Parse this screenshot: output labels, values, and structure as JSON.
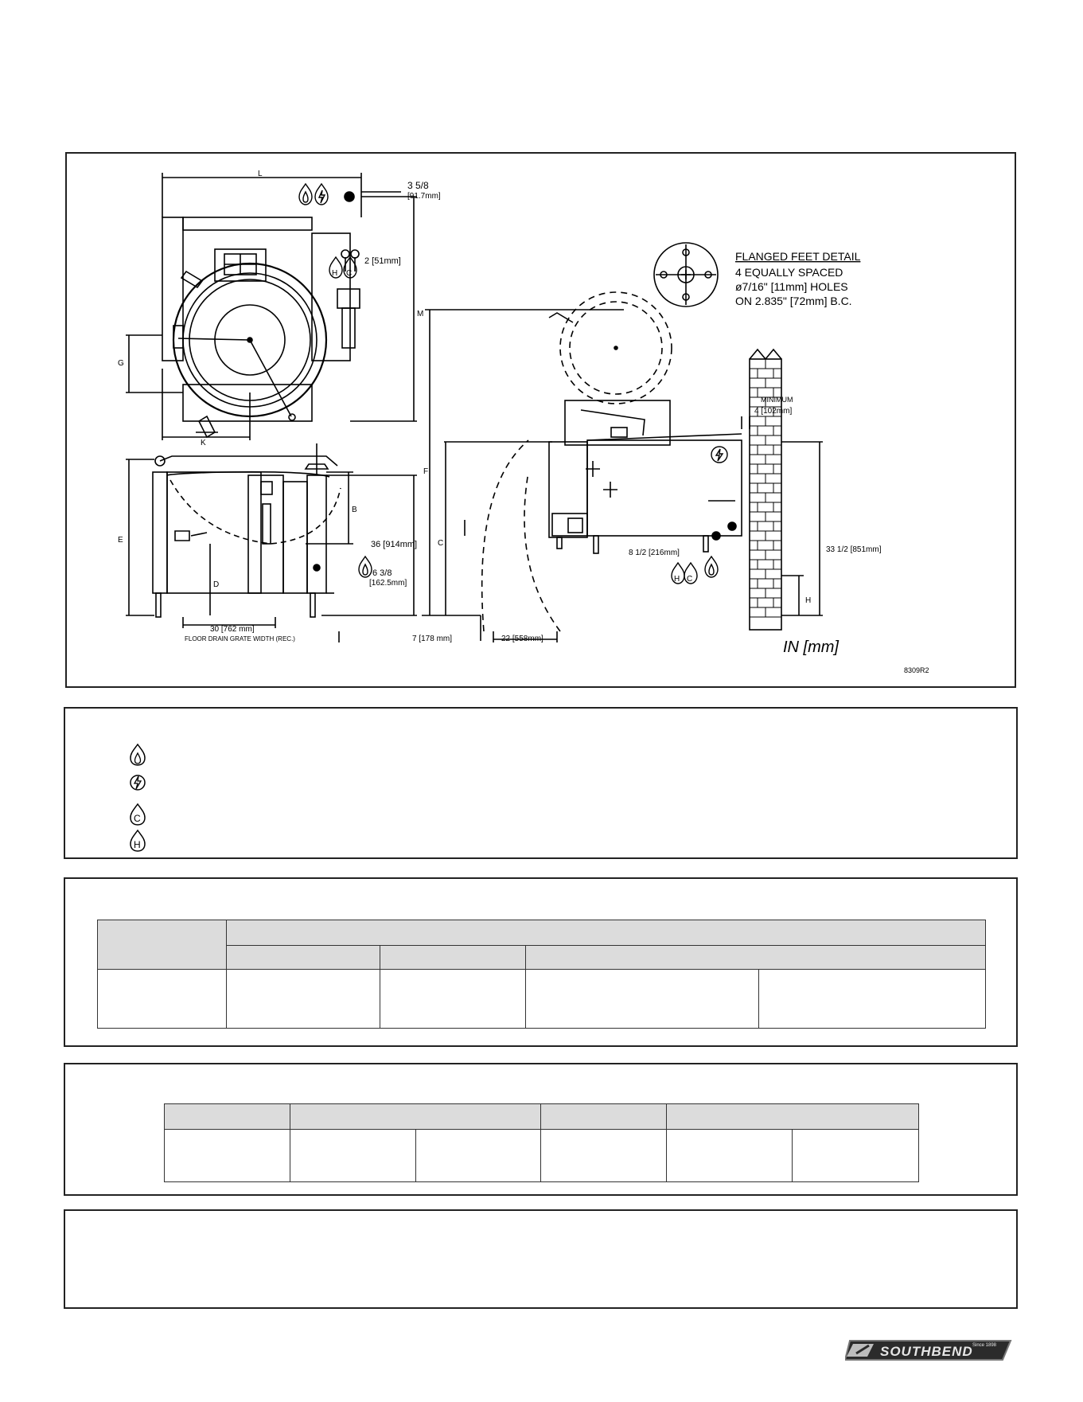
{
  "drawing": {
    "dim_L": "L",
    "dim_M": "M",
    "dim_G": "G",
    "dim_K": "K",
    "dim_E": "E",
    "dim_B": "B",
    "dim_D": "D",
    "dim_F": "F",
    "dim_C": "C",
    "dim_H": "H",
    "dim_3_5_8": "3 5/8",
    "dim_3_5_8_mm": "[91.7mm]",
    "dim_2": "2 [51mm]",
    "dim_36": "36 [914mm]",
    "dim_6_3_8": "6 3/8",
    "dim_6_3_8_mm": "[162.5mm]",
    "dim_30": "30 [762 mm]",
    "floor_drain": "FLOOR DRAIN GRATE WIDTH (REC.)",
    "dim_7": "7 [178 mm]",
    "dim_22": "22 [558mm]",
    "minimum": "MINIMUM",
    "dim_4": "4 [102mm]",
    "dim_8_1_2": "8 1/2 [216mm]",
    "dim_33_1_2": "33 1/2 [851mm]",
    "flanged_title": "FLANGED FEET DETAIL",
    "flanged_line1": "4 EQUALLY SPACED",
    "flanged_line2": "ø7/16\" [11mm] HOLES",
    "flanged_line3": "ON 2.835\" [72mm] B.C.",
    "units": "IN [mm]",
    "drawing_no": "8309R2",
    "label_H": "H",
    "label_C": "C"
  },
  "legend": {
    "icons": [
      "gas-flame-icon",
      "electric-bolt-icon",
      "cold-water-icon",
      "hot-water-icon"
    ],
    "cold_letter": "C",
    "hot_letter": "H"
  },
  "logo": {
    "brand": "SOUTHBEND",
    "since": "Since 1898"
  },
  "colors": {
    "border": "#222222",
    "table_header": "#dcdcdc"
  }
}
